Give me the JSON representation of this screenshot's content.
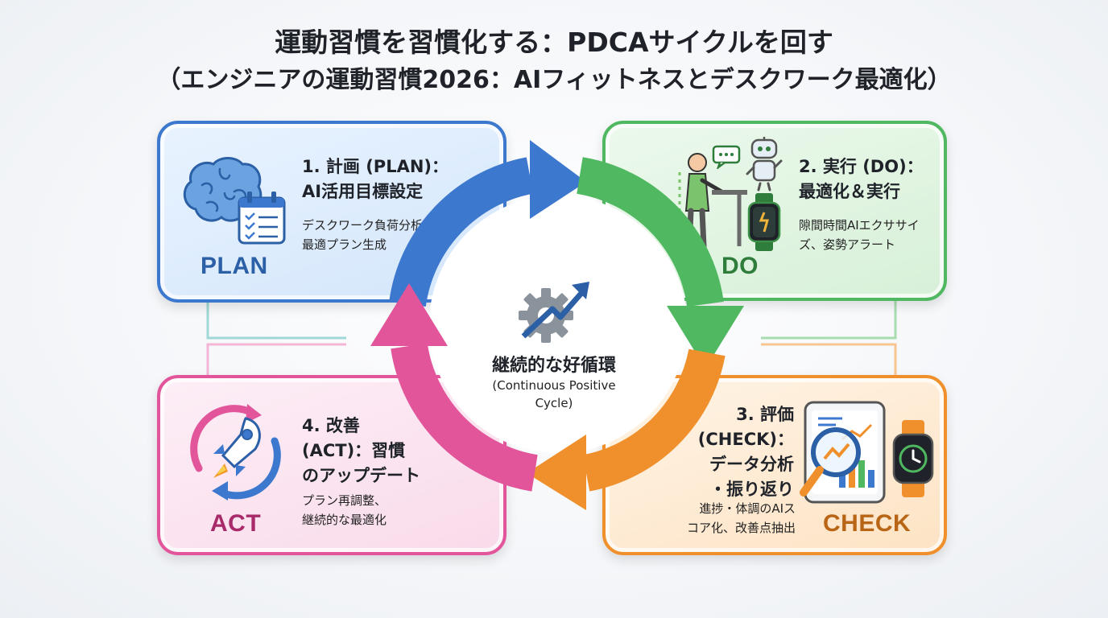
{
  "title": {
    "line1": "運動習慣を習慣化する：PDCAサイクルを回す",
    "line2": "（エンジニアの運動習慣2026：AIフィットネスとデスクワーク最適化）"
  },
  "center": {
    "label_jp": "継続的な好循環",
    "label_en_line1": "(Continuous Positive",
    "label_en_line2": "Cycle)"
  },
  "plan": {
    "heading_line1": "1. 計画 (PLAN)：",
    "heading_line2": "AI活用目標設定",
    "desc_line1": "デスクワーク負荷分析",
    "desc_line2": "最適プラン生成",
    "tag": "PLAN",
    "color": "#3d78cf"
  },
  "do": {
    "heading_line1": "2. 実行 (DO)：",
    "heading_line2": "最適化＆実行",
    "desc_line1": "隙間時間AIエクササイ",
    "desc_line2": "ズ、姿勢アラート",
    "tag": "DO",
    "color": "#4fb860"
  },
  "check": {
    "heading_line1": "3. 評価",
    "heading_line2": "(CHECK)：",
    "heading_line3": "データ分析",
    "heading_line4": "・振り返り",
    "desc_line1": "進捗・体調のAIス",
    "desc_line2": "コア化、改善点抽出",
    "tag": "CHECK",
    "color": "#f0902c"
  },
  "act": {
    "heading_line1": "4. 改善",
    "heading_line2": "(ACT)：習慣",
    "heading_line3": "のアップデート",
    "desc_line1": "プラン再調整、",
    "desc_line2": "継続的な最適化",
    "tag": "ACT",
    "color": "#e2559b"
  },
  "icons": {
    "plan": [
      "brain-icon",
      "calendar-checklist-icon"
    ],
    "do": [
      "standing-desk-person-icon",
      "robot-assistant-icon",
      "chat-bubble-icon",
      "smartwatch-icon"
    ],
    "check": [
      "tablet-chart-icon",
      "magnifier-icon",
      "smartwatch-icon"
    ],
    "act": [
      "rocket-icon",
      "refresh-arrows-icon"
    ],
    "center": "gear-trend-arrow-icon"
  }
}
